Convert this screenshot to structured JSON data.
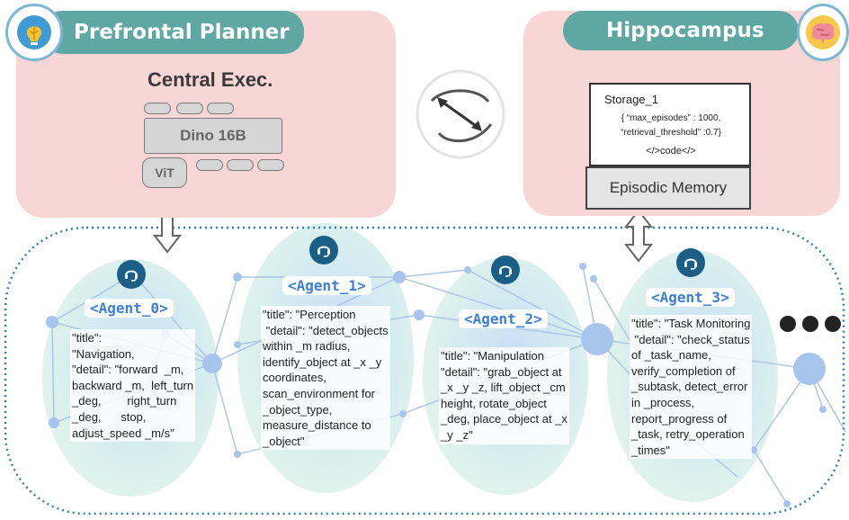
{
  "colors": {
    "panel_pink": "#f8d6d6",
    "pill_teal": "#5ea7a3",
    "agent_blue": "#3d7fd6",
    "headset_navy": "#1b5f86",
    "dotted_border": "#2f7dbf"
  },
  "icons": {
    "left_badge": "lightbulb-brain-icon",
    "right_badge": "brain-icon",
    "sync": "sync-cycle-icon",
    "agent": "headset-icon",
    "arrows": "double-arrow-icon"
  },
  "prefrontal": {
    "title": "Prefrontal Planner",
    "central_exec": "Central Exec.",
    "model": "Dino 16B",
    "vision": "ViT"
  },
  "hippocampus": {
    "title": "Hippocampus",
    "storage_title": "Storage_1",
    "code_line_1": "{ “max_episodes” : 1000,",
    "code_line_2": "“retrieval_threshold” :0.7}",
    "code_tag": "</>code</>",
    "memory_label": "Episodic Memory"
  },
  "agents": [
    {
      "name": "<Agent_0>",
      "text": "\"title\":\n\"Navigation,\n\"detail\": \"forward  _m,\nbackward _m,  left_turn\n_deg,        right_turn\n_deg,      stop,\nadjust_speed _m/s\""
    },
    {
      "name": "<Agent_1>",
      "text": "\"title\": \"Perception\n \"detail\": \"detect_objects\nwithin _m radius,\nidentify_object at _x _y\ncoordinates,\nscan_environment for\n_object_type,\nmeasure_distance to\n_object\""
    },
    {
      "name": "<Agent_2>",
      "text": "\"title\": \"Manipulation\n\"detail\": \"grab_object at\n_x _y _z, lift_object _cm\nheight, rotate_object\n_deg, place_object at _x\n_y _z\""
    },
    {
      "name": "<Agent_3>",
      "text": "\"title\": \"Task Monitoring\n \"detail\": \"check_status\nof _task_name,\nverify_completion of\n_subtask, detect_error\nin _process,\nreport_progress of\n_task, retry_operation\n_times\""
    }
  ]
}
